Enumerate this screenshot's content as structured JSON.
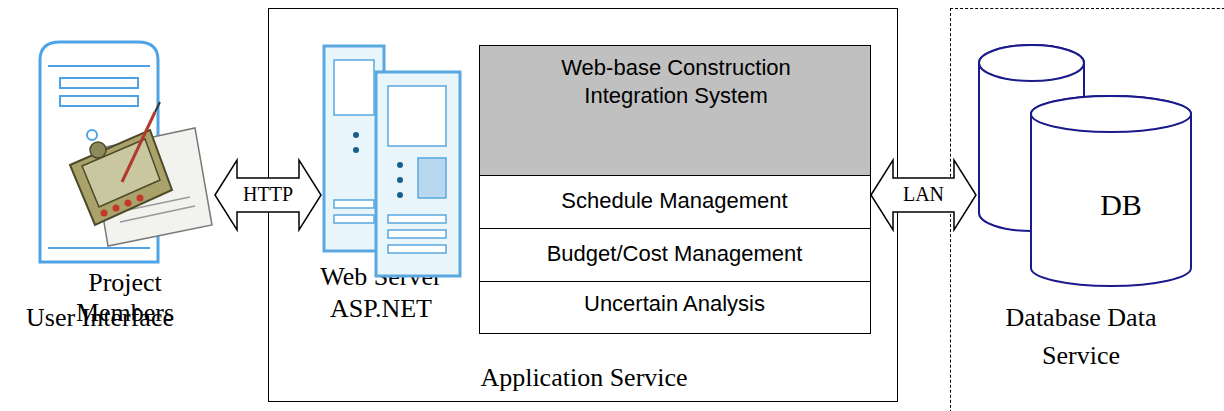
{
  "diagram": {
    "nodes": [
      {
        "text": [
          "Project Members",
          "User Interface"
        ]
      },
      {
        "text": [
          "Application Service"
        ]
      },
      {
        "text": [
          "Web Server ASP.NET"
        ],
        "in": 1
      },
      {
        "text": [
          "Web-base Construction Integration System"
        ],
        "in": 1
      },
      {
        "text": [
          "Schedule Management"
        ],
        "in": 1
      },
      {
        "text": [
          "Budget/Cost Management"
        ],
        "in": 1
      },
      {
        "text": [
          "Uncertain Analysis"
        ],
        "in": 1
      },
      {
        "text": [
          "Database Data Service"
        ]
      },
      {
        "text": [
          "DB"
        ],
        "in": 7
      }
    ],
    "edges": [
      {
        "from": 0,
        "to": 2,
        "label": "HTTP",
        "arrow": "both"
      },
      {
        "from": 4,
        "to": 8,
        "label": "LAN",
        "arrow": "both"
      }
    ]
  }
}
